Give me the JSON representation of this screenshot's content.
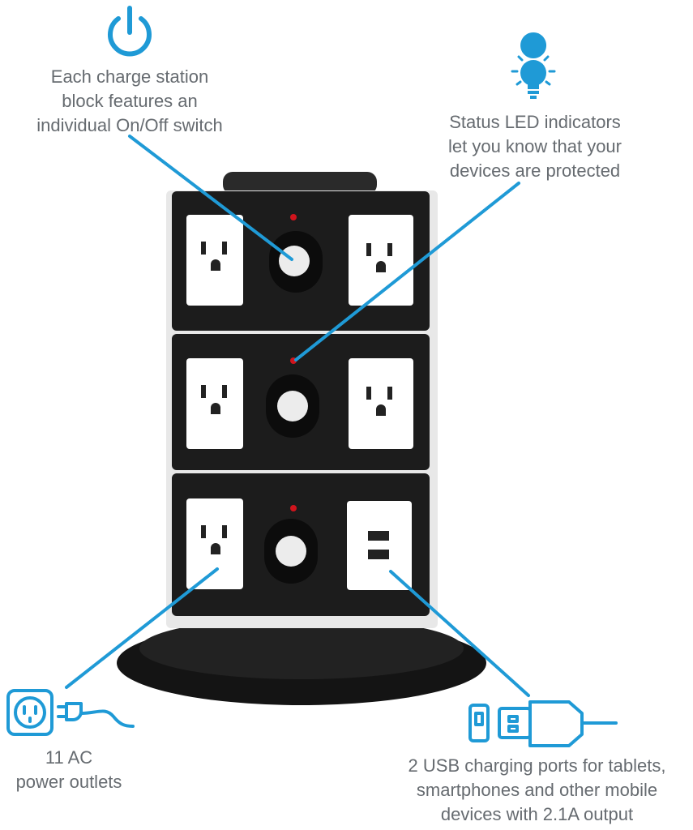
{
  "colors": {
    "accent": "#1f9ad6",
    "tower": "#1c1c1c",
    "outlet_face": "#ffffff",
    "led": "#d0141c",
    "caption_text": "#666b70"
  },
  "icons": {
    "top_left": "power-icon",
    "top_right": "lightbulb-icon",
    "bottom_left": "ac-plug-icon",
    "bottom_right": "usb-cable-icon"
  },
  "callouts": {
    "switch": {
      "text": "Each charge station\nblock features an\nindividual On/Off switch"
    },
    "led": {
      "text": "Status LED indicators\nlet you know that your\ndevices are protected"
    },
    "ac": {
      "text": "11 AC\npower outlets"
    },
    "usb": {
      "text": "2 USB charging ports for tablets,\nsmartphones and other mobile\ndevices with 2.1A output"
    }
  }
}
